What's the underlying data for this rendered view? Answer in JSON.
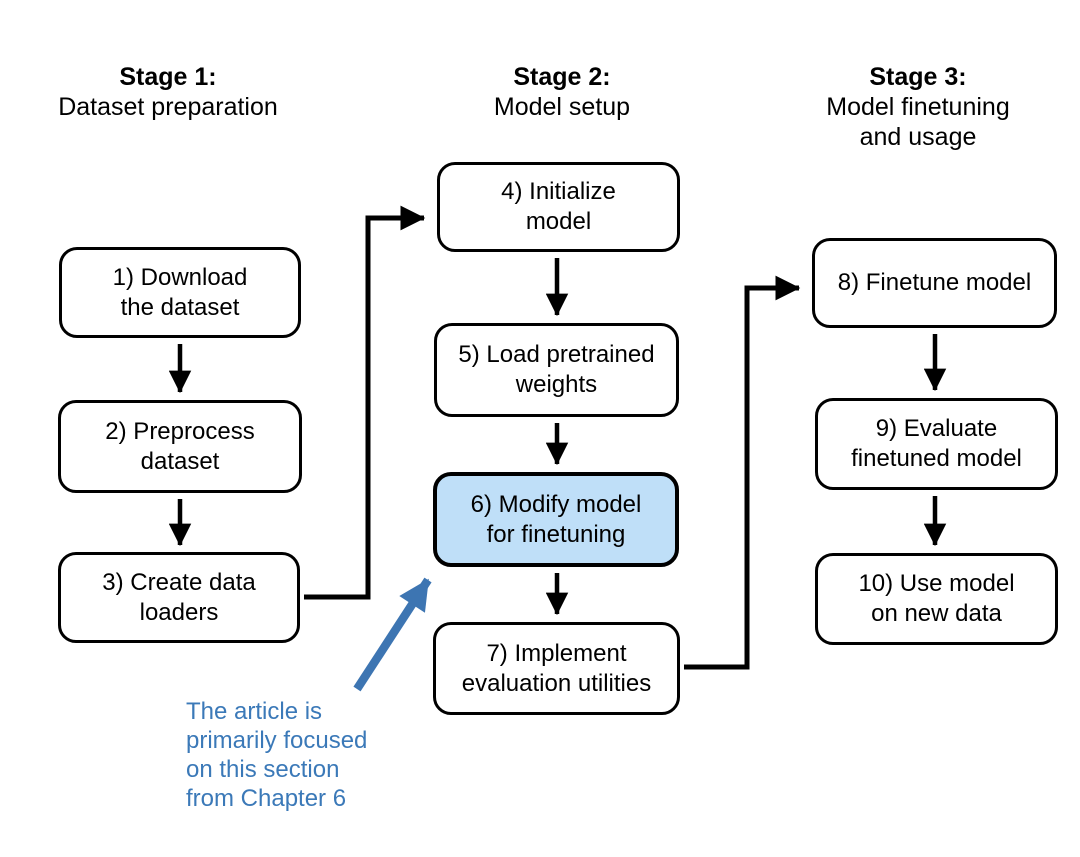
{
  "colors": {
    "background": "#ffffff",
    "box_border": "#000000",
    "box_fill": "#ffffff",
    "highlight_fill": "#bfdff8",
    "arrow_black": "#000000",
    "arrow_blue": "#3d75b2",
    "annotation_text": "#3b79b8",
    "text": "#000000"
  },
  "stages": [
    {
      "title": "Stage 1:",
      "subtitle": "Dataset preparation"
    },
    {
      "title": "Stage 2:",
      "subtitle": "Model setup"
    },
    {
      "title": "Stage 3:",
      "subtitle": "Model finetuning\nand usage"
    }
  ],
  "boxes": [
    {
      "label": "1) Download\nthe dataset"
    },
    {
      "label": "2) Preprocess\ndataset"
    },
    {
      "label": "3) Create data\nloaders"
    },
    {
      "label": "4) Initialize\nmodel"
    },
    {
      "label": "5) Load pretrained\nweights"
    },
    {
      "label": "6) Modify model\nfor finetuning",
      "highlighted": true
    },
    {
      "label": "7) Implement\nevaluation utilities"
    },
    {
      "label": "8) Finetune model"
    },
    {
      "label": "9) Evaluate\nfinetuned model"
    },
    {
      "label": "10) Use model\non new data"
    }
  ],
  "annotation": {
    "text": "The article is\nprimarily focused\non this section\nfrom Chapter 6"
  }
}
